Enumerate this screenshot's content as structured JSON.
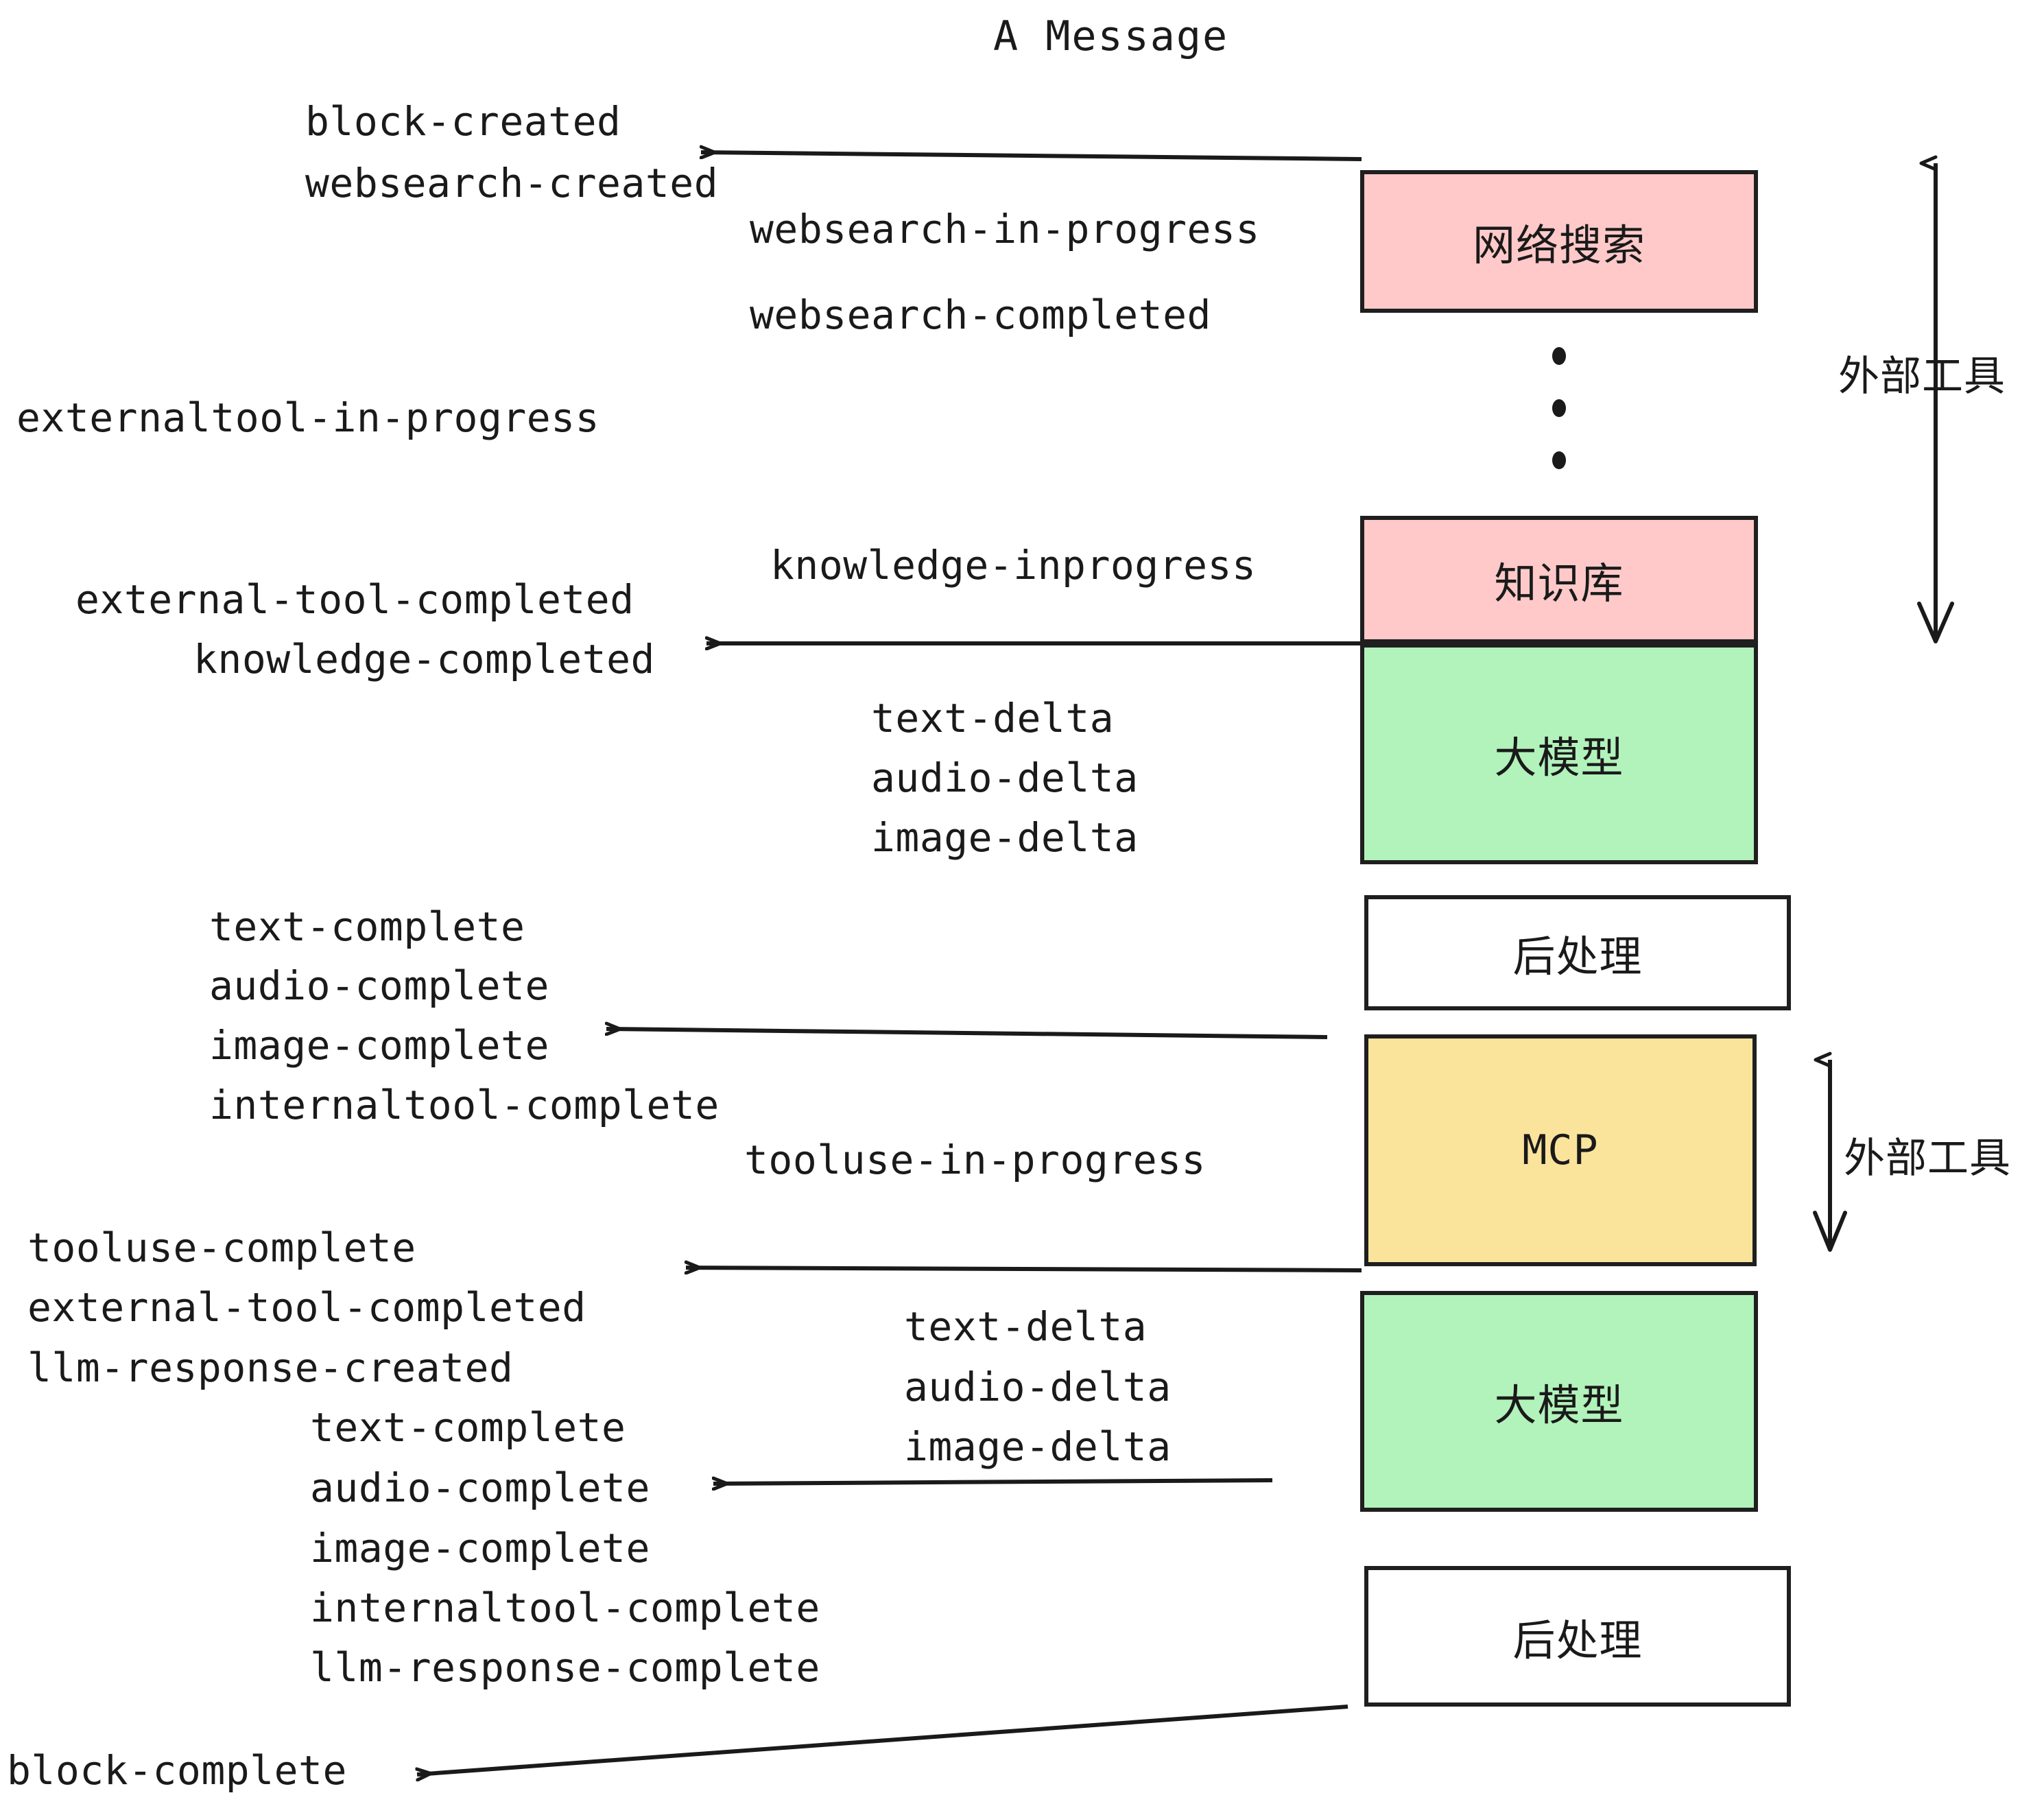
{
  "title": "A Message",
  "colors": {
    "pink": "#FFC9C9",
    "green": "#B2F2BB",
    "yellow": "#FAE49C",
    "white": "#FFFFFF",
    "stroke": "#1F1F1F",
    "text": "#1A1A1A",
    "background": "#FFFFFF"
  },
  "nodes": [
    {
      "id": "websearch",
      "label": "网络搜索",
      "fill": "pink"
    },
    {
      "id": "knowledge",
      "label": "知识库",
      "fill": "pink"
    },
    {
      "id": "llm-1",
      "label": "大模型",
      "fill": "green"
    },
    {
      "id": "postprocess-1",
      "label": "后处理",
      "fill": "white"
    },
    {
      "id": "mcp",
      "label": "MCP",
      "fill": "yellow"
    },
    {
      "id": "llm-2",
      "label": "大模型",
      "fill": "green"
    },
    {
      "id": "postprocess-2",
      "label": "后处理",
      "fill": "white"
    }
  ],
  "side_labels": [
    {
      "id": "external-tools-top",
      "label": "外部工具"
    },
    {
      "id": "external-tools-bottom",
      "label": "外部工具"
    }
  ],
  "events": {
    "block_created": "block-created",
    "websearch_created": "websearch-created",
    "websearch_in_progress": "websearch-in-progress",
    "websearch_completed": "websearch-completed",
    "externaltool_in_progress": "externaltool-in-progress",
    "knowledge_inprogress": "knowledge-inprogress",
    "external_tool_completed_1": "external-tool-completed",
    "knowledge_completed": "knowledge-completed",
    "text_delta_1": "text-delta",
    "audio_delta_1": "audio-delta",
    "image_delta_1": "image-delta",
    "text_complete_1": "text-complete",
    "audio_complete_1": "audio-complete",
    "image_complete_1": "image-complete",
    "internaltool_complete_1": "internaltool-complete",
    "tooluse_in_progress": "tooluse-in-progress",
    "tooluse_complete": "tooluse-complete",
    "external_tool_completed_2": "external-tool-completed",
    "llm_response_created": "llm-response-created",
    "text_delta_2": "text-delta",
    "audio_delta_2": "audio-delta",
    "image_delta_2": "image-delta",
    "text_complete_2": "text-complete",
    "audio_complete_2": "audio-complete",
    "image_complete_2": "image-complete",
    "internaltool_complete_2": "internaltool-complete",
    "llm_response_complete": "llm-response-complete",
    "block_complete": "block-complete"
  },
  "ellipsis": {
    "id": "vertical-ellipsis",
    "count": 3
  }
}
